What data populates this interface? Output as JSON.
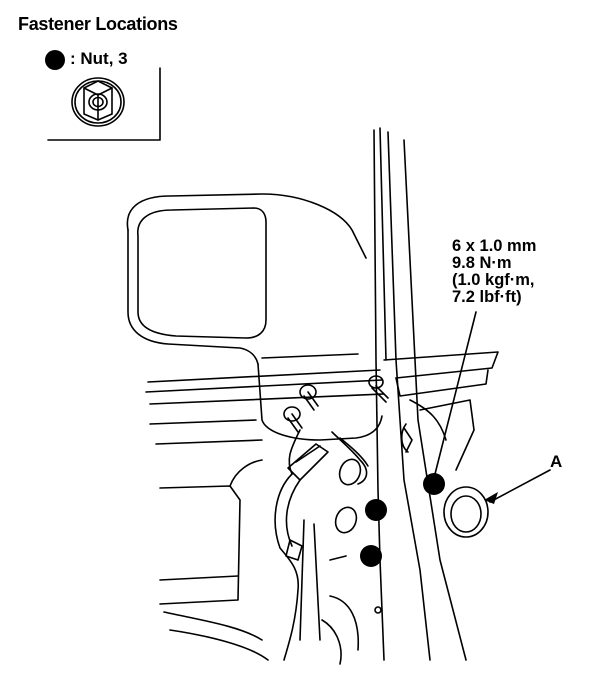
{
  "figure": {
    "title": "Fastener Locations",
    "legend": {
      "label": ": Nut, 3"
    },
    "torque_spec": {
      "lines": [
        "6 x 1.0 mm",
        "9.8 N·m",
        "(1.0 kgf·m,",
        "7.2 lbf·ft)"
      ]
    },
    "callouts": {
      "part_a": "A"
    },
    "colors": {
      "line": "#000000",
      "background": "#ffffff"
    }
  }
}
